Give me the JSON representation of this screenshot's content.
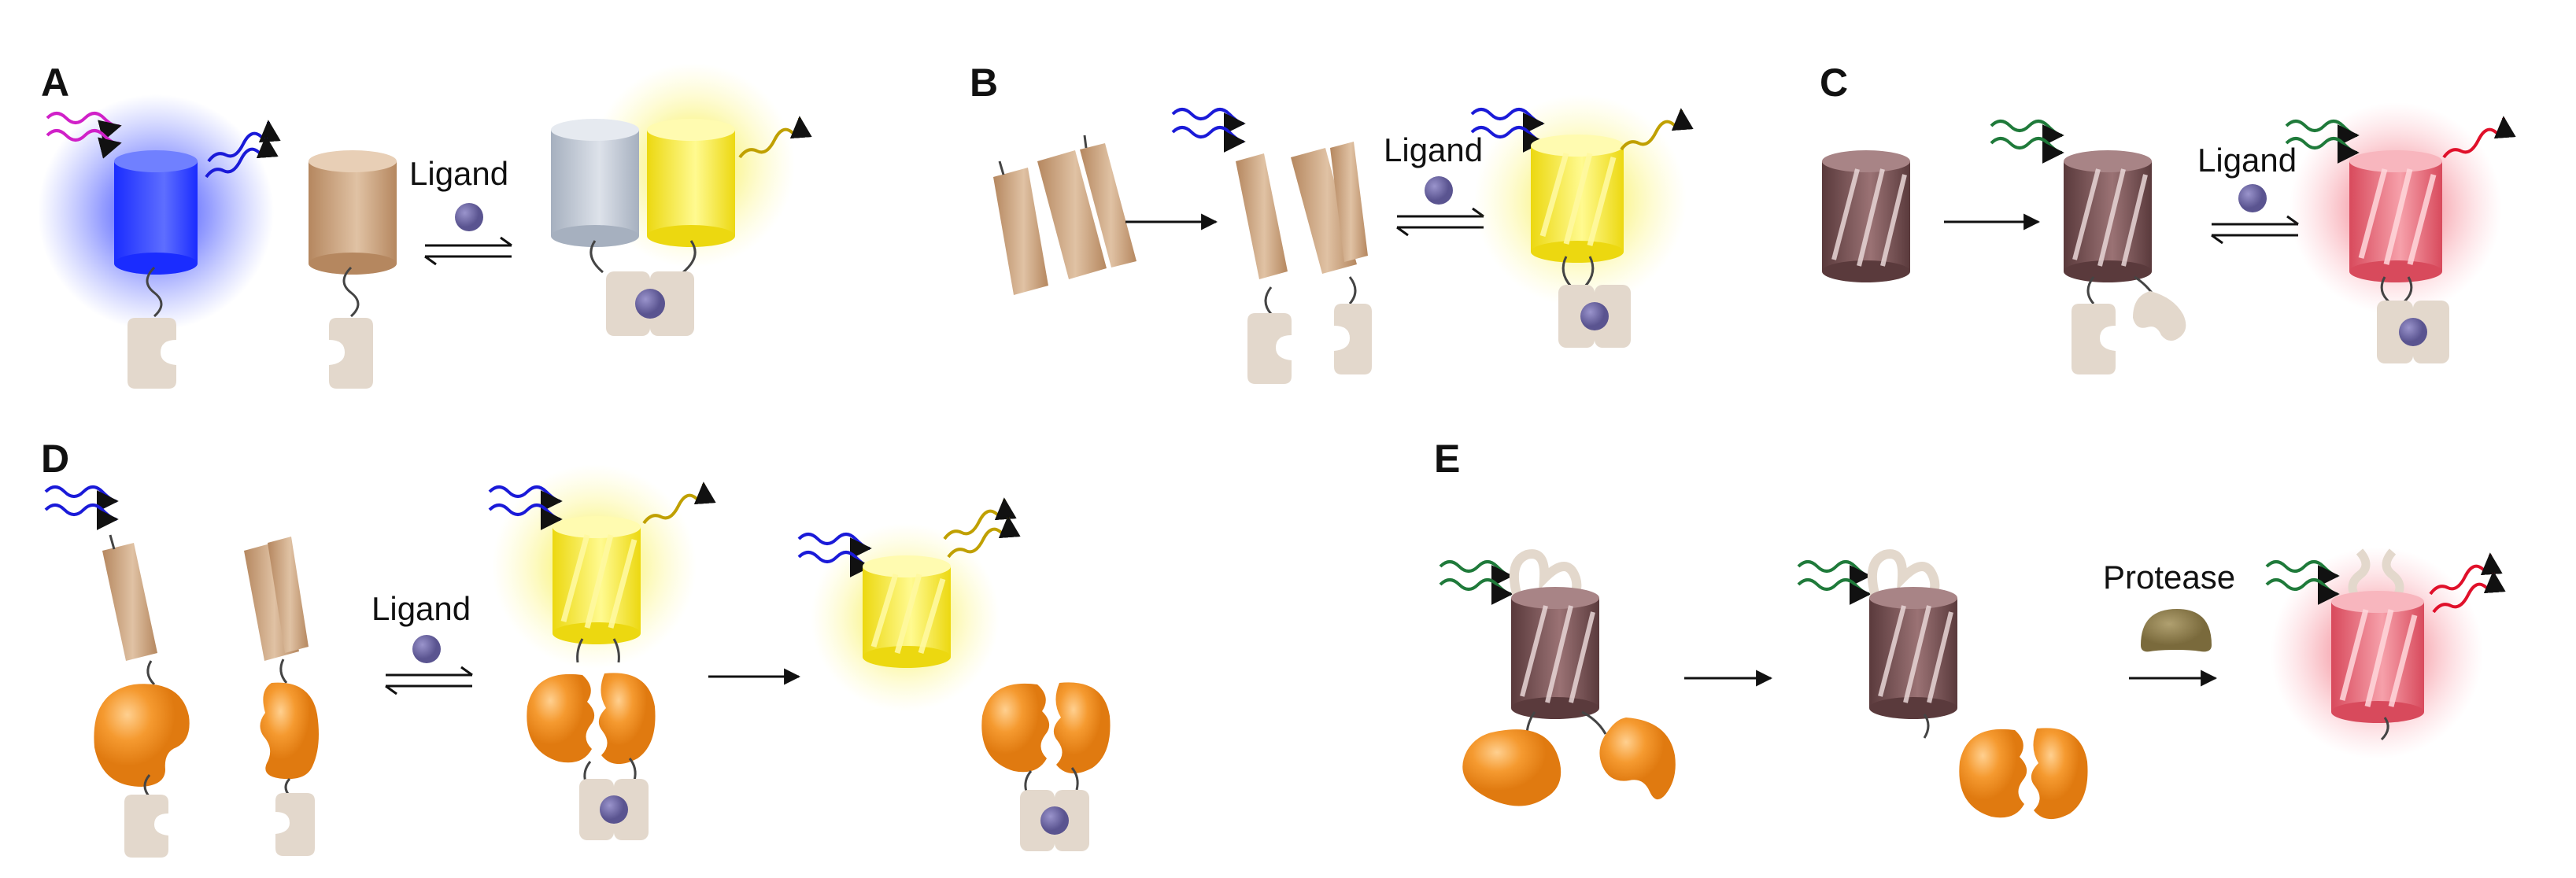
{
  "panels": [
    {
      "id": "A",
      "label": "A",
      "ligand_label": "Ligand"
    },
    {
      "id": "B",
      "label": "B",
      "ligand_label": "Ligand"
    },
    {
      "id": "C",
      "label": "C",
      "ligand_label": "Ligand"
    },
    {
      "id": "D",
      "label": "D",
      "ligand_label": "Ligand"
    },
    {
      "id": "E",
      "label": "E",
      "protease_label": "Protease"
    }
  ],
  "colors": {
    "excitation_magenta": "#d020c8",
    "excitation_blue": "#1a1ad8",
    "excitation_green": "#1f7a3a",
    "emission_blue": "#1a1ad8",
    "emission_gold": "#c0a000",
    "emission_red": "#e0102a",
    "cfp_body": "#1f3cff",
    "brown_fp": "#c49a78",
    "gray_fp": "#b8c0cc",
    "yellow_fp": "#f5e528",
    "dark_fp": "#6e4a4c",
    "red_fp": "#e06070",
    "orange_domain": "#f08a18",
    "ligand": "#6a64a0",
    "binding_domain": "#e3d8cc",
    "protease": "#8c7a48"
  }
}
